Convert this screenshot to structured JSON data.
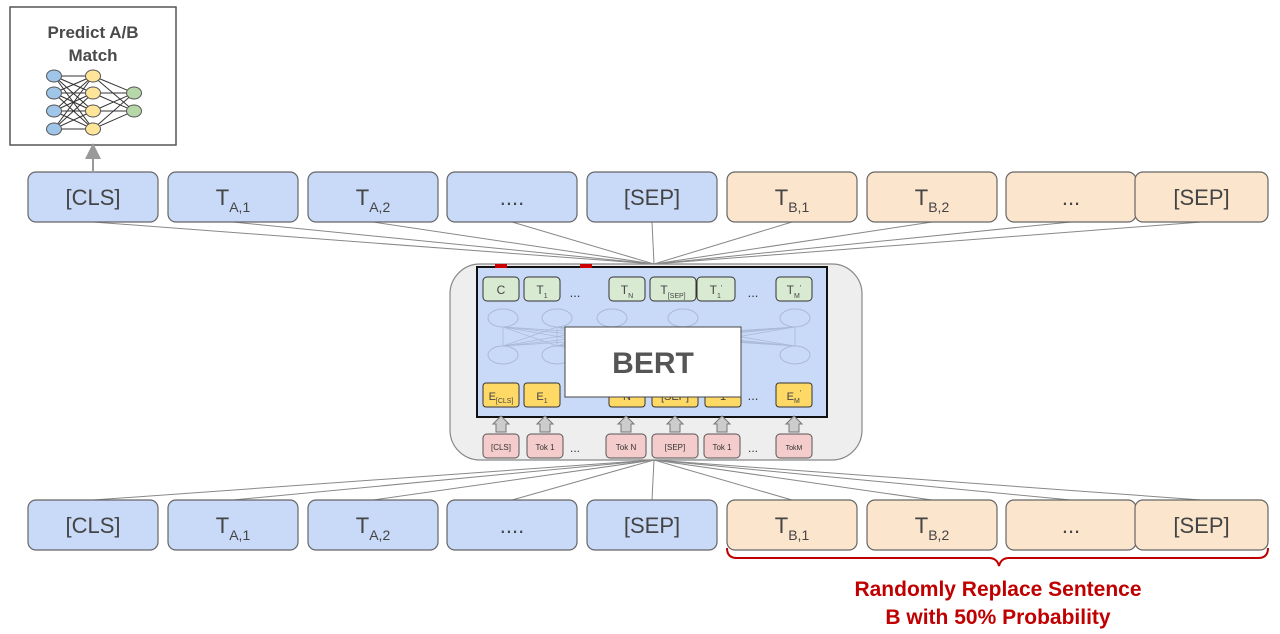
{
  "classifier": {
    "title_line1": "Predict A/B",
    "title_line2": "Match"
  },
  "top_tokens": [
    {
      "main": "[CLS]",
      "sub": "",
      "color": "blue"
    },
    {
      "main": "T",
      "sub": "A,1",
      "color": "blue"
    },
    {
      "main": "T",
      "sub": "A,2",
      "color": "blue"
    },
    {
      "main": "....",
      "sub": "",
      "color": "blue"
    },
    {
      "main": "[SEP]",
      "sub": "",
      "color": "blue"
    },
    {
      "main": "T",
      "sub": "B,1",
      "color": "orange"
    },
    {
      "main": "T",
      "sub": "B,2",
      "color": "orange"
    },
    {
      "main": "...",
      "sub": "",
      "color": "orange"
    },
    {
      "main": "[SEP]",
      "sub": "",
      "color": "orange"
    }
  ],
  "bottom_tokens": [
    {
      "main": "[CLS]",
      "sub": "",
      "color": "blue"
    },
    {
      "main": "T",
      "sub": "A,1",
      "color": "blue"
    },
    {
      "main": "T",
      "sub": "A,2",
      "color": "blue"
    },
    {
      "main": "....",
      "sub": "",
      "color": "blue"
    },
    {
      "main": "[SEP]",
      "sub": "",
      "color": "blue"
    },
    {
      "main": "T",
      "sub": "B,1",
      "color": "orange"
    },
    {
      "main": "T",
      "sub": "B,2",
      "color": "orange"
    },
    {
      "main": "...",
      "sub": "",
      "color": "orange"
    },
    {
      "main": "[SEP]",
      "sub": "",
      "color": "orange"
    }
  ],
  "bert": {
    "label": "BERT",
    "outputs": [
      {
        "main": "C",
        "sub": "",
        "sup": ""
      },
      {
        "main": "T",
        "sub": "1",
        "sup": ""
      },
      {
        "main": "...",
        "sub": "",
        "sup": "",
        "plain": true
      },
      {
        "main": "T",
        "sub": "N",
        "sup": ""
      },
      {
        "main": "T",
        "sub": "[SEP]",
        "sup": ""
      },
      {
        "main": "T",
        "sub": "1",
        "sup": "’"
      },
      {
        "main": "...",
        "sub": "",
        "sup": "",
        "plain": true
      },
      {
        "main": "T",
        "sub": "M",
        "sup": "’"
      }
    ],
    "embeddings": [
      {
        "main": "E",
        "sub": "[CLS]",
        "sup": ""
      },
      {
        "main": "E",
        "sub": "1",
        "sup": ""
      },
      {
        "main": "N",
        "sub": "",
        "sup": ""
      },
      {
        "main": "[SEP]",
        "sub": "",
        "sup": ""
      },
      {
        "main": "1",
        "sub": "",
        "sup": ""
      },
      {
        "main": "...",
        "sub": "",
        "sup": "",
        "plain": true
      },
      {
        "main": "E",
        "sub": "M",
        "sup": "’"
      }
    ],
    "inputs": [
      {
        "main": "[CLS]"
      },
      {
        "main": "Tok 1"
      },
      {
        "main": "...",
        "plain": true
      },
      {
        "main": "Tok N"
      },
      {
        "main": "[SEP]"
      },
      {
        "main": "Tok 1"
      },
      {
        "main": "...",
        "plain": true
      },
      {
        "main": "TokM"
      }
    ]
  },
  "annotation": {
    "line1": "Randomly Replace Sentence",
    "line2": "B with 50% Probability",
    "color": "#c00000"
  },
  "colors": {
    "blue_fill": "#c9daf8",
    "orange_fill": "#fce5cd",
    "green_fill": "#d9ead3",
    "yellow_fill": "#ffd966",
    "pink_fill": "#f4cccc",
    "node_blue": "#9fc5e8",
    "node_yellow": "#ffe599",
    "node_green": "#b6d7a8"
  }
}
